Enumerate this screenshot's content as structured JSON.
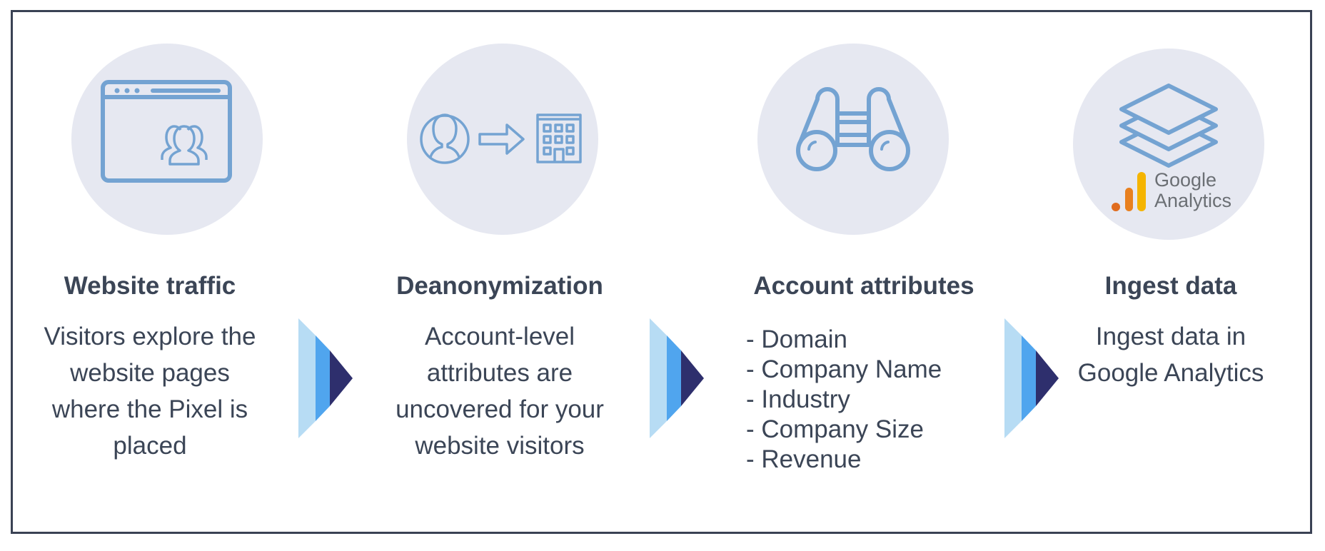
{
  "colors": {
    "frame": "#3a4254",
    "circle": "#e6e8f1",
    "icon": "#74a3d2",
    "text": "#3b4556",
    "arrow_light": "#b7dcf4",
    "arrow_mid": "#50a5ee",
    "arrow_dark": "#2e2f6d"
  },
  "steps": [
    {
      "icon": "browser-users-icon",
      "title": "Website traffic",
      "description_lines": [
        "Visitors explore the",
        "website pages",
        "where the Pixel is",
        "placed"
      ]
    },
    {
      "icon": "person-to-building-icon",
      "title": "Deanonymization",
      "description_lines": [
        "Account-level",
        "attributes are",
        "uncovered for your",
        "website visitors"
      ]
    },
    {
      "icon": "binoculars-icon",
      "title": "Account attributes",
      "list_items": [
        "- Domain",
        "- Company Name",
        "- Industry",
        "- Company Size",
        "- Revenue"
      ]
    },
    {
      "icon": "google-analytics-icon",
      "title": "Ingest data",
      "description_lines": [
        "Ingest data in",
        "Google Analytics"
      ],
      "logo_text": [
        "Google",
        "Analytics"
      ]
    }
  ]
}
